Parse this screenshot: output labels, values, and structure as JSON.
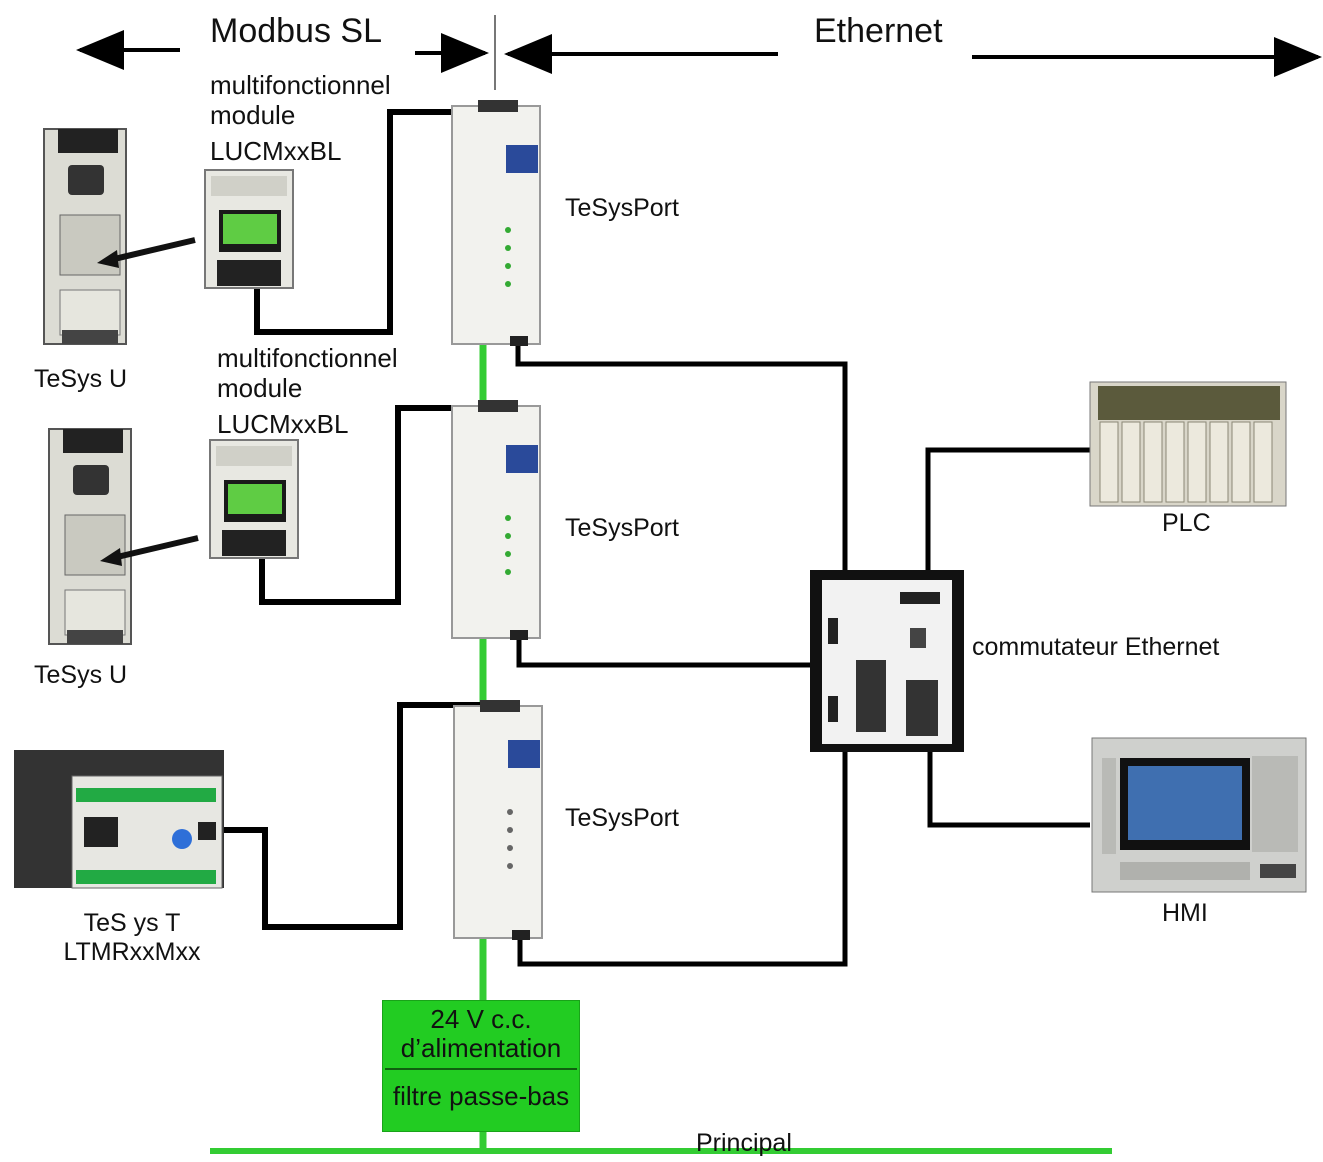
{
  "header": {
    "modbus": "Modbus SL",
    "ethernet": "Ethernet"
  },
  "modules": {
    "module1": [
      "multifonctionnel",
      "module",
      "LUCMxxBL"
    ],
    "module2": [
      "multifonctionnel",
      "module",
      "LUCMxxBL"
    ]
  },
  "devices": {
    "tesys_u_1": "TeSys  U",
    "tesys_u_2": "TeSys U",
    "tesys_t": [
      "TeS ys T",
      "LTMRxxMxx"
    ],
    "tesysport_1": "TeSysPort",
    "tesysport_2": "TeSysPort",
    "tesysport_3": "TeSysPort",
    "switch": "commutateur Ethernet",
    "plc": "PLC",
    "hmi": "HMI"
  },
  "power": {
    "line1": "24 V c.c.",
    "line2": "d’alimentation",
    "filter": "filtre passe-bas",
    "main": "Principal"
  },
  "colors": {
    "power_line": "#33cc33",
    "psu_box": "#22cc22",
    "wire": "#000000"
  }
}
